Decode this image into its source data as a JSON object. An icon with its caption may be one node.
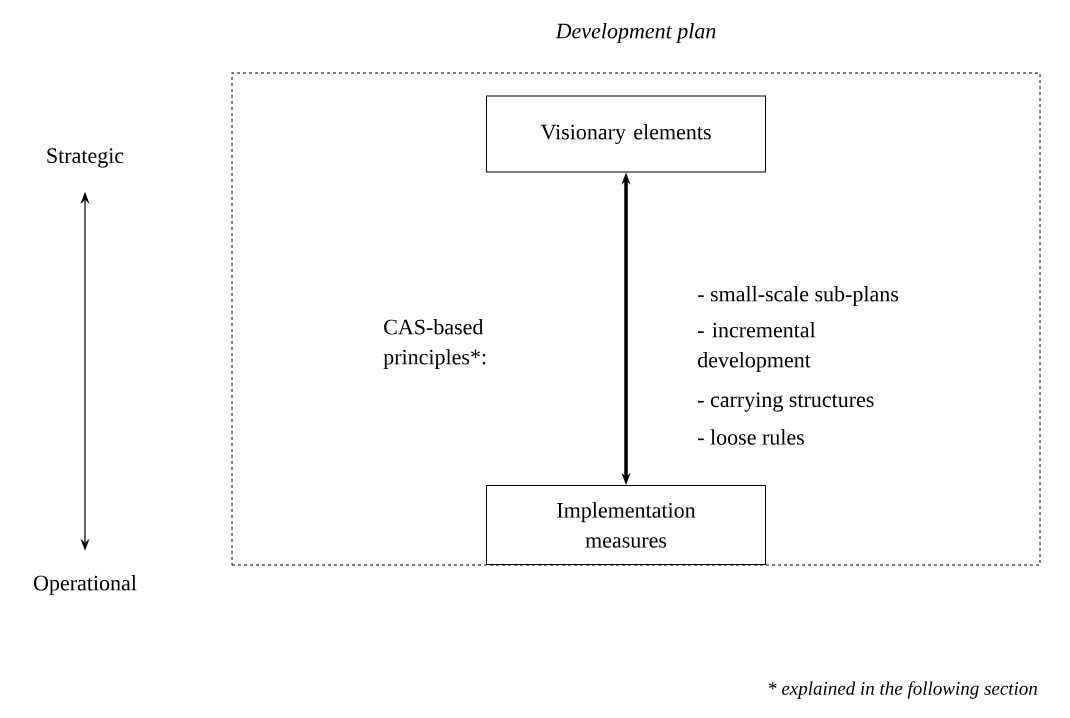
{
  "diagram": {
    "nodes": [
      {
        "text": [
          "Development plan"
        ]
      },
      {
        "text": [
          "Visionary elements"
        ],
        "in": 0
      },
      {
        "text": [
          "Implementation measures"
        ],
        "in": 0
      },
      {
        "text": [
          "Strategic"
        ]
      },
      {
        "text": [
          "Operational"
        ]
      }
    ],
    "edges": [
      {
        "from": 1,
        "to": 2,
        "arrow": "both",
        "style": "thick"
      },
      {
        "from": 3,
        "to": 4,
        "arrow": "both"
      }
    ],
    "labels": [
      "CAS-based principles*:",
      "- small-scale sub-plans",
      "- incremental development",
      "- carrying structures",
      "- loose rules",
      "* explained in the following section"
    ]
  }
}
